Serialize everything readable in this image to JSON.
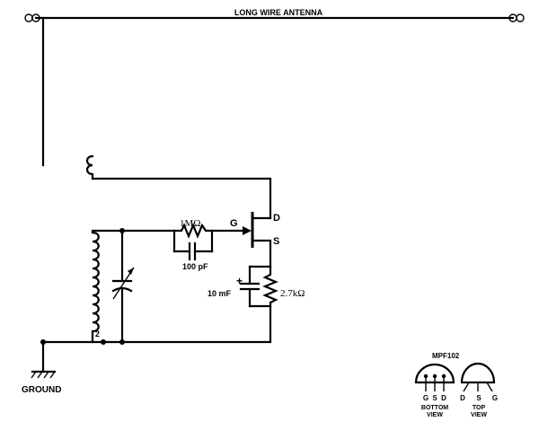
{
  "labels": {
    "antenna": "LONG WIRE ANTENNA",
    "ground": "GROUND",
    "resistor_gate": "1MΩ",
    "capacitor_gate": "100 pF",
    "capacitor_source": "10 mF",
    "resistor_source": "2.7kΩ",
    "plus_sign": "+",
    "pin_g": "G",
    "pin_d": "D",
    "pin_s": "S",
    "coil_tap": "2"
  },
  "transistor_inset": {
    "part": "MPF102",
    "bottom_pins": [
      "G",
      "S",
      "D"
    ],
    "bottom_view_line1": "BOTTOM",
    "bottom_view_line2": "VIEW",
    "top_pins": [
      "D",
      "S",
      "G"
    ],
    "top_view_line1": "TOP",
    "top_view_line2": "VIEW"
  }
}
